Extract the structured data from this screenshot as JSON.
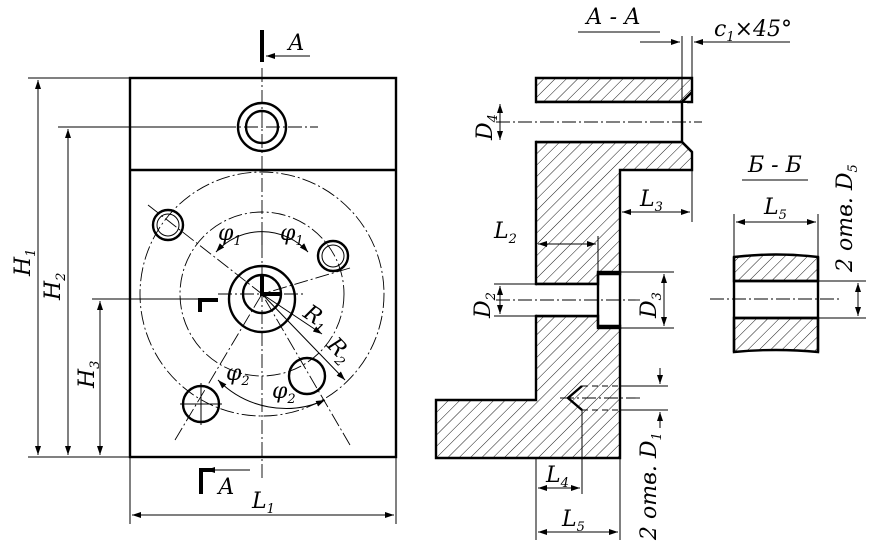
{
  "drawing": {
    "section_aa": "А - А",
    "section_bb": "Б - Б",
    "cut_label_top": "А",
    "cut_label_bottom": "А",
    "chamfer": "c",
    "chamfer_sub": "1",
    "chamfer_rest": "×45°",
    "phi": "φ",
    "holes_d1": "2 отв. D",
    "holes_d1_sub": "1",
    "holes_d5": "2 отв. D",
    "holes_d5_sub": "5"
  },
  "dims": {
    "H": "H",
    "L": "L",
    "D": "D",
    "R": "R",
    "s1": "1",
    "s2": "2",
    "s3": "3",
    "s4": "4",
    "s5": "5"
  }
}
